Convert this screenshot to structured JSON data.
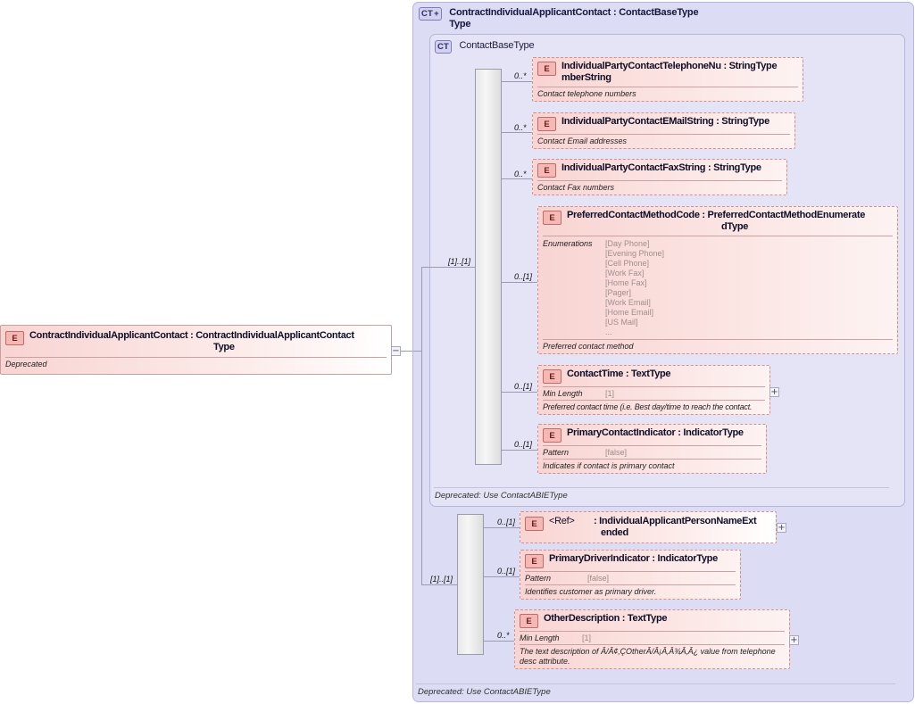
{
  "diagram": {
    "type": "xsd-schema-diagram",
    "root_element": {
      "badge": "E",
      "title": "ContractIndividualApplicantContact : ContractIndividualApplicantContact",
      "title_line2": "Type",
      "doc": "Deprecated",
      "toggle": "−"
    },
    "complex_type_outer": {
      "badge": "CT",
      "badge_expand": "+",
      "title": "ContractIndividualApplicantContact : ContactBaseType",
      "title_line2": "Type",
      "footer": "Deprecated: Use ContactABIEType"
    },
    "complex_type_inner": {
      "badge": "CT",
      "title": "ContactBaseType",
      "footer": "Deprecated: Use ContactABIEType"
    },
    "sequence_top": {
      "cardinality": "[1]..[1]",
      "icon": "sequence-icon"
    },
    "sequence_bottom": {
      "cardinality": "[1]..[1]",
      "icon": "sequence-icon"
    },
    "elements_top": [
      {
        "badge": "E",
        "cardinality": "0..*",
        "title": "IndividualPartyContactTelephoneNu : StringType",
        "title_line1": "IndividualPartyContactTelephoneNu : StringType",
        "title_line2": "mberString",
        "doc": "Contact telephone numbers",
        "expand": null
      },
      {
        "badge": "E",
        "cardinality": "0..*",
        "title_line1": "IndividualPartyContactEMailString : StringType",
        "title_line2": "",
        "doc": "Contact Email addresses",
        "expand": null
      },
      {
        "badge": "E",
        "cardinality": "0..*",
        "title_line1": "IndividualPartyContactFaxString : StringType",
        "title_line2": "",
        "doc": "Contact Fax numbers",
        "expand": null
      },
      {
        "badge": "E",
        "cardinality": "0..[1]",
        "title_line1": "PreferredContactMethodCode : PreferredContactMethodEnumerate",
        "title_line2": "dType",
        "enumerations_label": "Enumerations",
        "enumerations": [
          "[Day Phone]",
          "[Evening Phone]",
          "[Cell Phone]",
          "[Work Fax]",
          "[Home Fax]",
          "[Pager]",
          "[Work Email]",
          "[Home Email]",
          "[US Mail]",
          "..."
        ],
        "doc": "Preferred contact method",
        "expand": null
      },
      {
        "badge": "E",
        "cardinality": "0..[1]",
        "title_line1": "ContactTime : TextType",
        "title_line2": "",
        "facet_name": "Min Length",
        "facet_value": "[1]",
        "doc": "Preferred contact time (i.e. Best day/time to reach the contact.",
        "expand": "+"
      },
      {
        "badge": "E",
        "cardinality": "0..[1]",
        "title_line1": "PrimaryContactIndicator : IndicatorType",
        "title_line2": "",
        "facet_name": "Pattern",
        "facet_value": "[false]",
        "doc": "Indicates if contact is primary contact",
        "expand": null
      }
    ],
    "elements_bottom": [
      {
        "badge": "E",
        "cardinality": "0..[1]",
        "ref_label": "<Ref>",
        "title_line1": ": IndividualApplicantPersonNameExt",
        "title_line2": "ended",
        "doc": "",
        "expand": "+"
      },
      {
        "badge": "E",
        "cardinality": "0..[1]",
        "title_line1": "PrimaryDriverIndicator : IndicatorType",
        "title_line2": "",
        "facet_name": "Pattern",
        "facet_value": "[false]",
        "doc": "Identifies customer as primary driver.",
        "expand": null
      },
      {
        "badge": "E",
        "cardinality": "0..*",
        "title_line1": "OtherDescription : TextType",
        "title_line2": "",
        "facet_name": "Min Length",
        "facet_value": "[1]",
        "doc": "The text description of Â/Â¢‚ÇOtherÂ/Â¡Â‚Â¾Â‚Â¿ value from telephone desc attribute.",
        "expand": "+"
      }
    ],
    "colors": {
      "element_fill": "#f8d4d2",
      "element_border": "#d58f8f",
      "container_fill": "#dcdcf4",
      "container_inner_fill": "#e4e4f6",
      "container_border": "#b6b6dc",
      "badge_element": "#f4b9b5",
      "connector": "#9a9ab0"
    }
  }
}
